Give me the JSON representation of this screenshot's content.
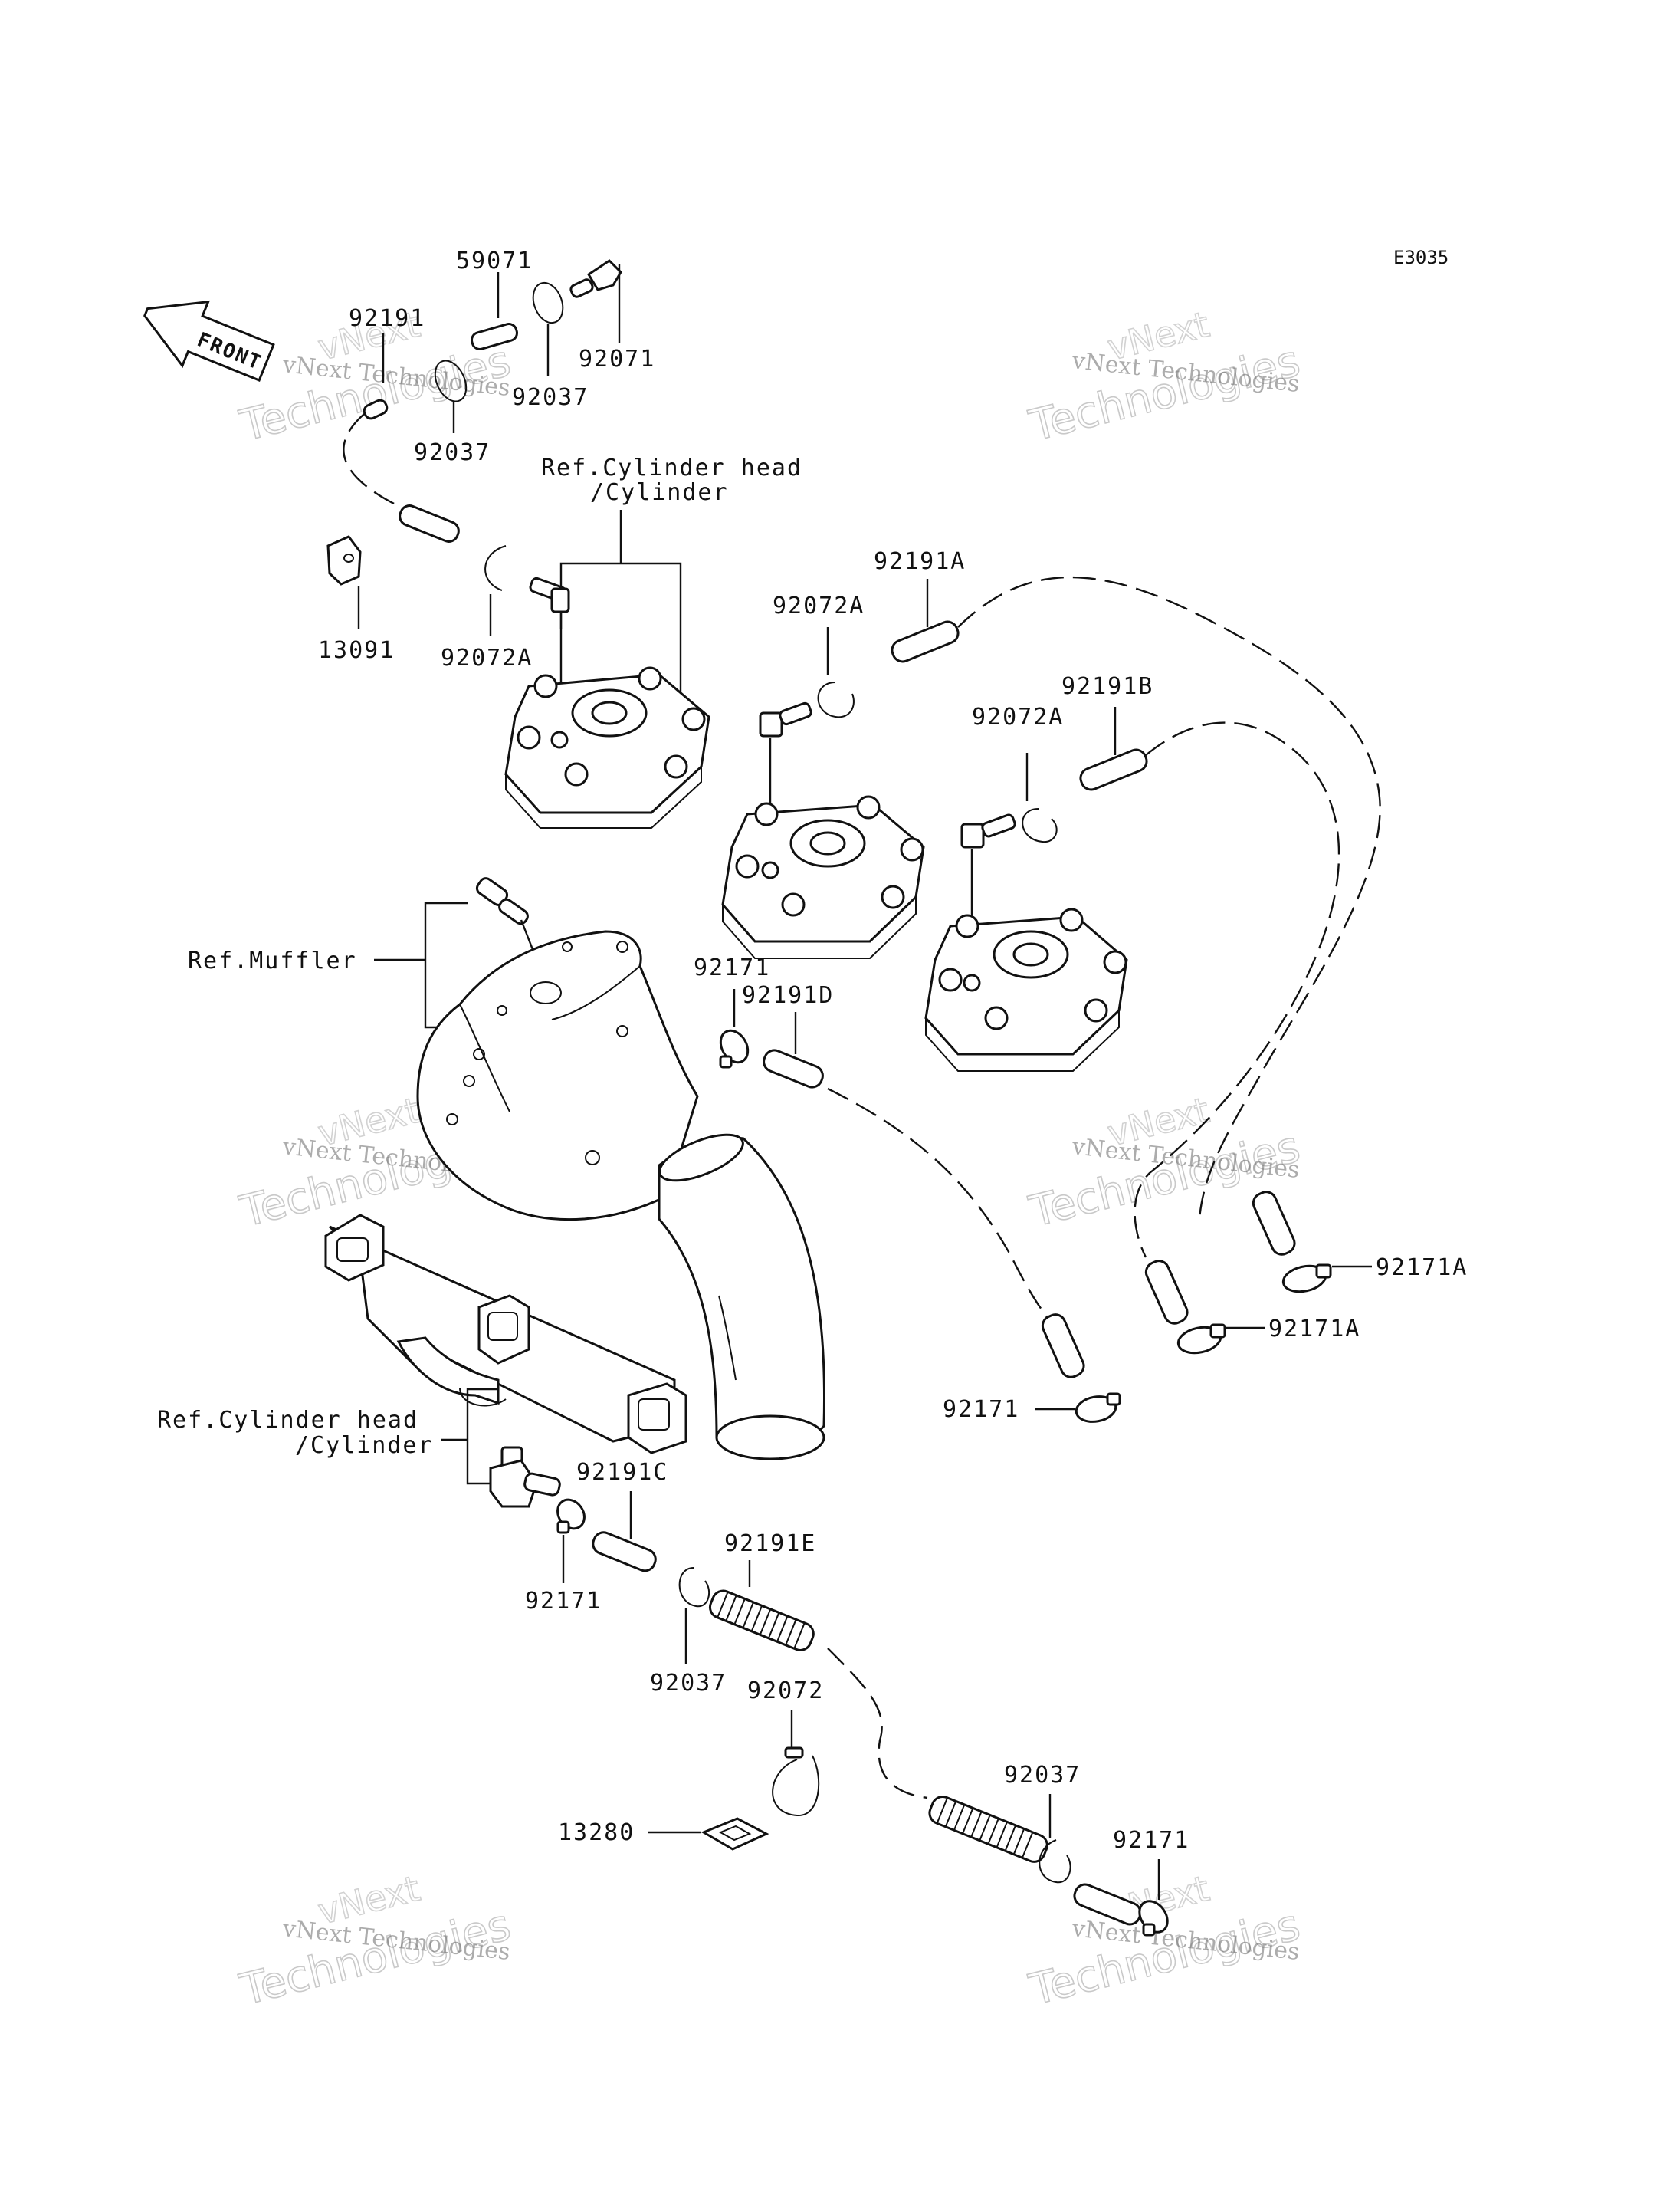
{
  "diagram_code": "E3035",
  "front_label": "FRONT",
  "watermark": {
    "line1": "vNext Technologies",
    "line2": "vNext",
    "line3": "Technologies"
  },
  "labels": {
    "p59071": "59071",
    "p92071": "92071",
    "p92191": "92191",
    "p92037_a": "92037",
    "p92037_b": "92037",
    "p13091": "13091",
    "p92072A_a": "92072A",
    "p92072A_b": "92072A",
    "p92072A_c": "92072A",
    "p92191A": "92191A",
    "p92191B": "92191B",
    "p92171_a": "92171",
    "p92191D": "92191D",
    "p92171A_a": "92171A",
    "p92171A_b": "92171A",
    "p92171_b": "92171",
    "p92191C": "92191C",
    "p92171_c": "92171",
    "p92191E": "92191E",
    "p92037_c": "92037",
    "p92072": "92072",
    "p13280": "13280",
    "p92037_d": "92037",
    "p92171_d": "92171"
  },
  "references": {
    "cyl_head_top_1": "Ref.Cylinder head",
    "cyl_head_top_2": "/Cylinder",
    "muffler": "Ref.Muffler",
    "cyl_head_bottom_1": "Ref.Cylinder head",
    "cyl_head_bottom_2": "/Cylinder"
  }
}
